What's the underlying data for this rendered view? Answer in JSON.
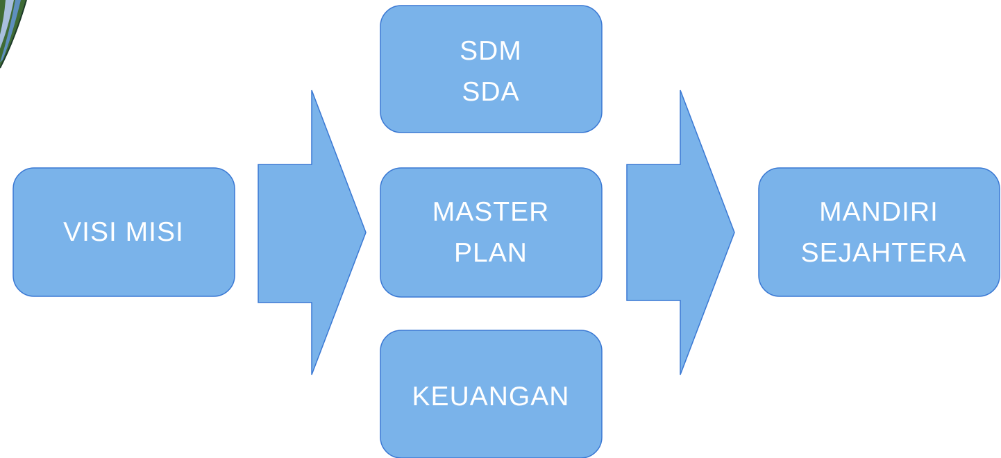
{
  "theme": {
    "box_fill": "#7ab3ea",
    "box_stroke": "#3a78d3",
    "text_color": "#ffffff",
    "corner_image_colors": [
      "#2f5f2a",
      "#9fb7d8",
      "#4d7a3a"
    ]
  },
  "nodes": {
    "visi_misi": {
      "lines": [
        "VISI MISI"
      ]
    },
    "sdm_sda": {
      "lines": [
        "SDM",
        "SDA"
      ]
    },
    "master_plan": {
      "lines": [
        "MASTER",
        "PLAN"
      ]
    },
    "keuangan": {
      "lines": [
        "KEUANGAN"
      ]
    },
    "mandiri_sejahtera": {
      "lines": [
        "MANDIRI",
        "SEJAHTERA"
      ]
    }
  },
  "arrows": [
    {
      "from": "visi_misi",
      "to": "middle-group"
    },
    {
      "from": "middle-group",
      "to": "mandiri_sejahtera"
    }
  ]
}
